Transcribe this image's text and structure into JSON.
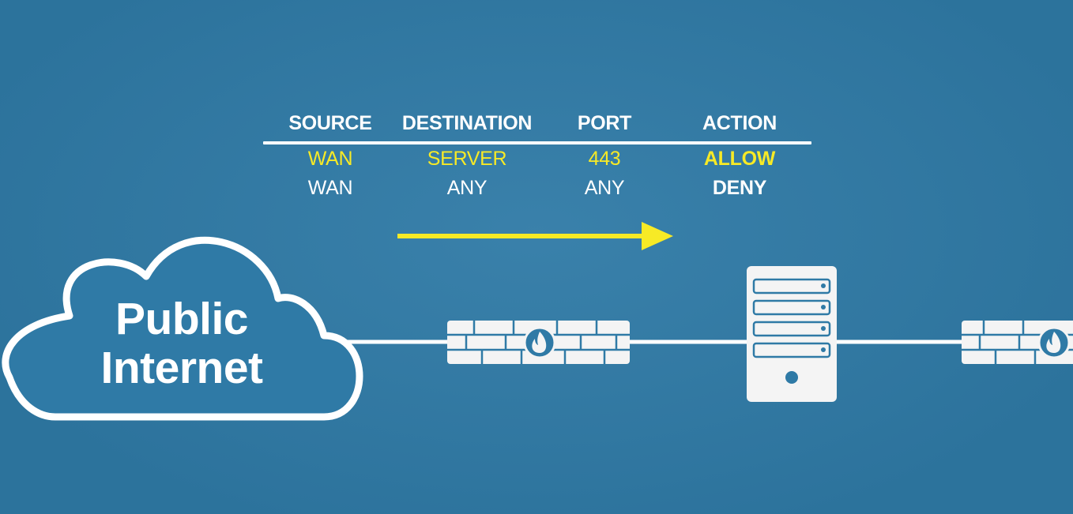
{
  "firewall_rules": {
    "headers": [
      "SOURCE",
      "DESTINATION",
      "PORT",
      "ACTION"
    ],
    "rows": [
      {
        "source": "WAN",
        "destination": "SERVER",
        "port": "443",
        "action": "ALLOW",
        "highlight": true
      },
      {
        "source": "WAN",
        "destination": "ANY",
        "port": "ANY",
        "action": "DENY",
        "highlight": false
      }
    ]
  },
  "cloud": {
    "line1": "Public",
    "line2": "Internet"
  },
  "icons": [
    "cloud-icon",
    "firewall-icon",
    "flame-icon",
    "server-icon",
    "arrow-right-icon"
  ],
  "colors": {
    "background": "#2f7aa6",
    "highlight": "#f7ea26",
    "foreground": "#ffffff"
  }
}
